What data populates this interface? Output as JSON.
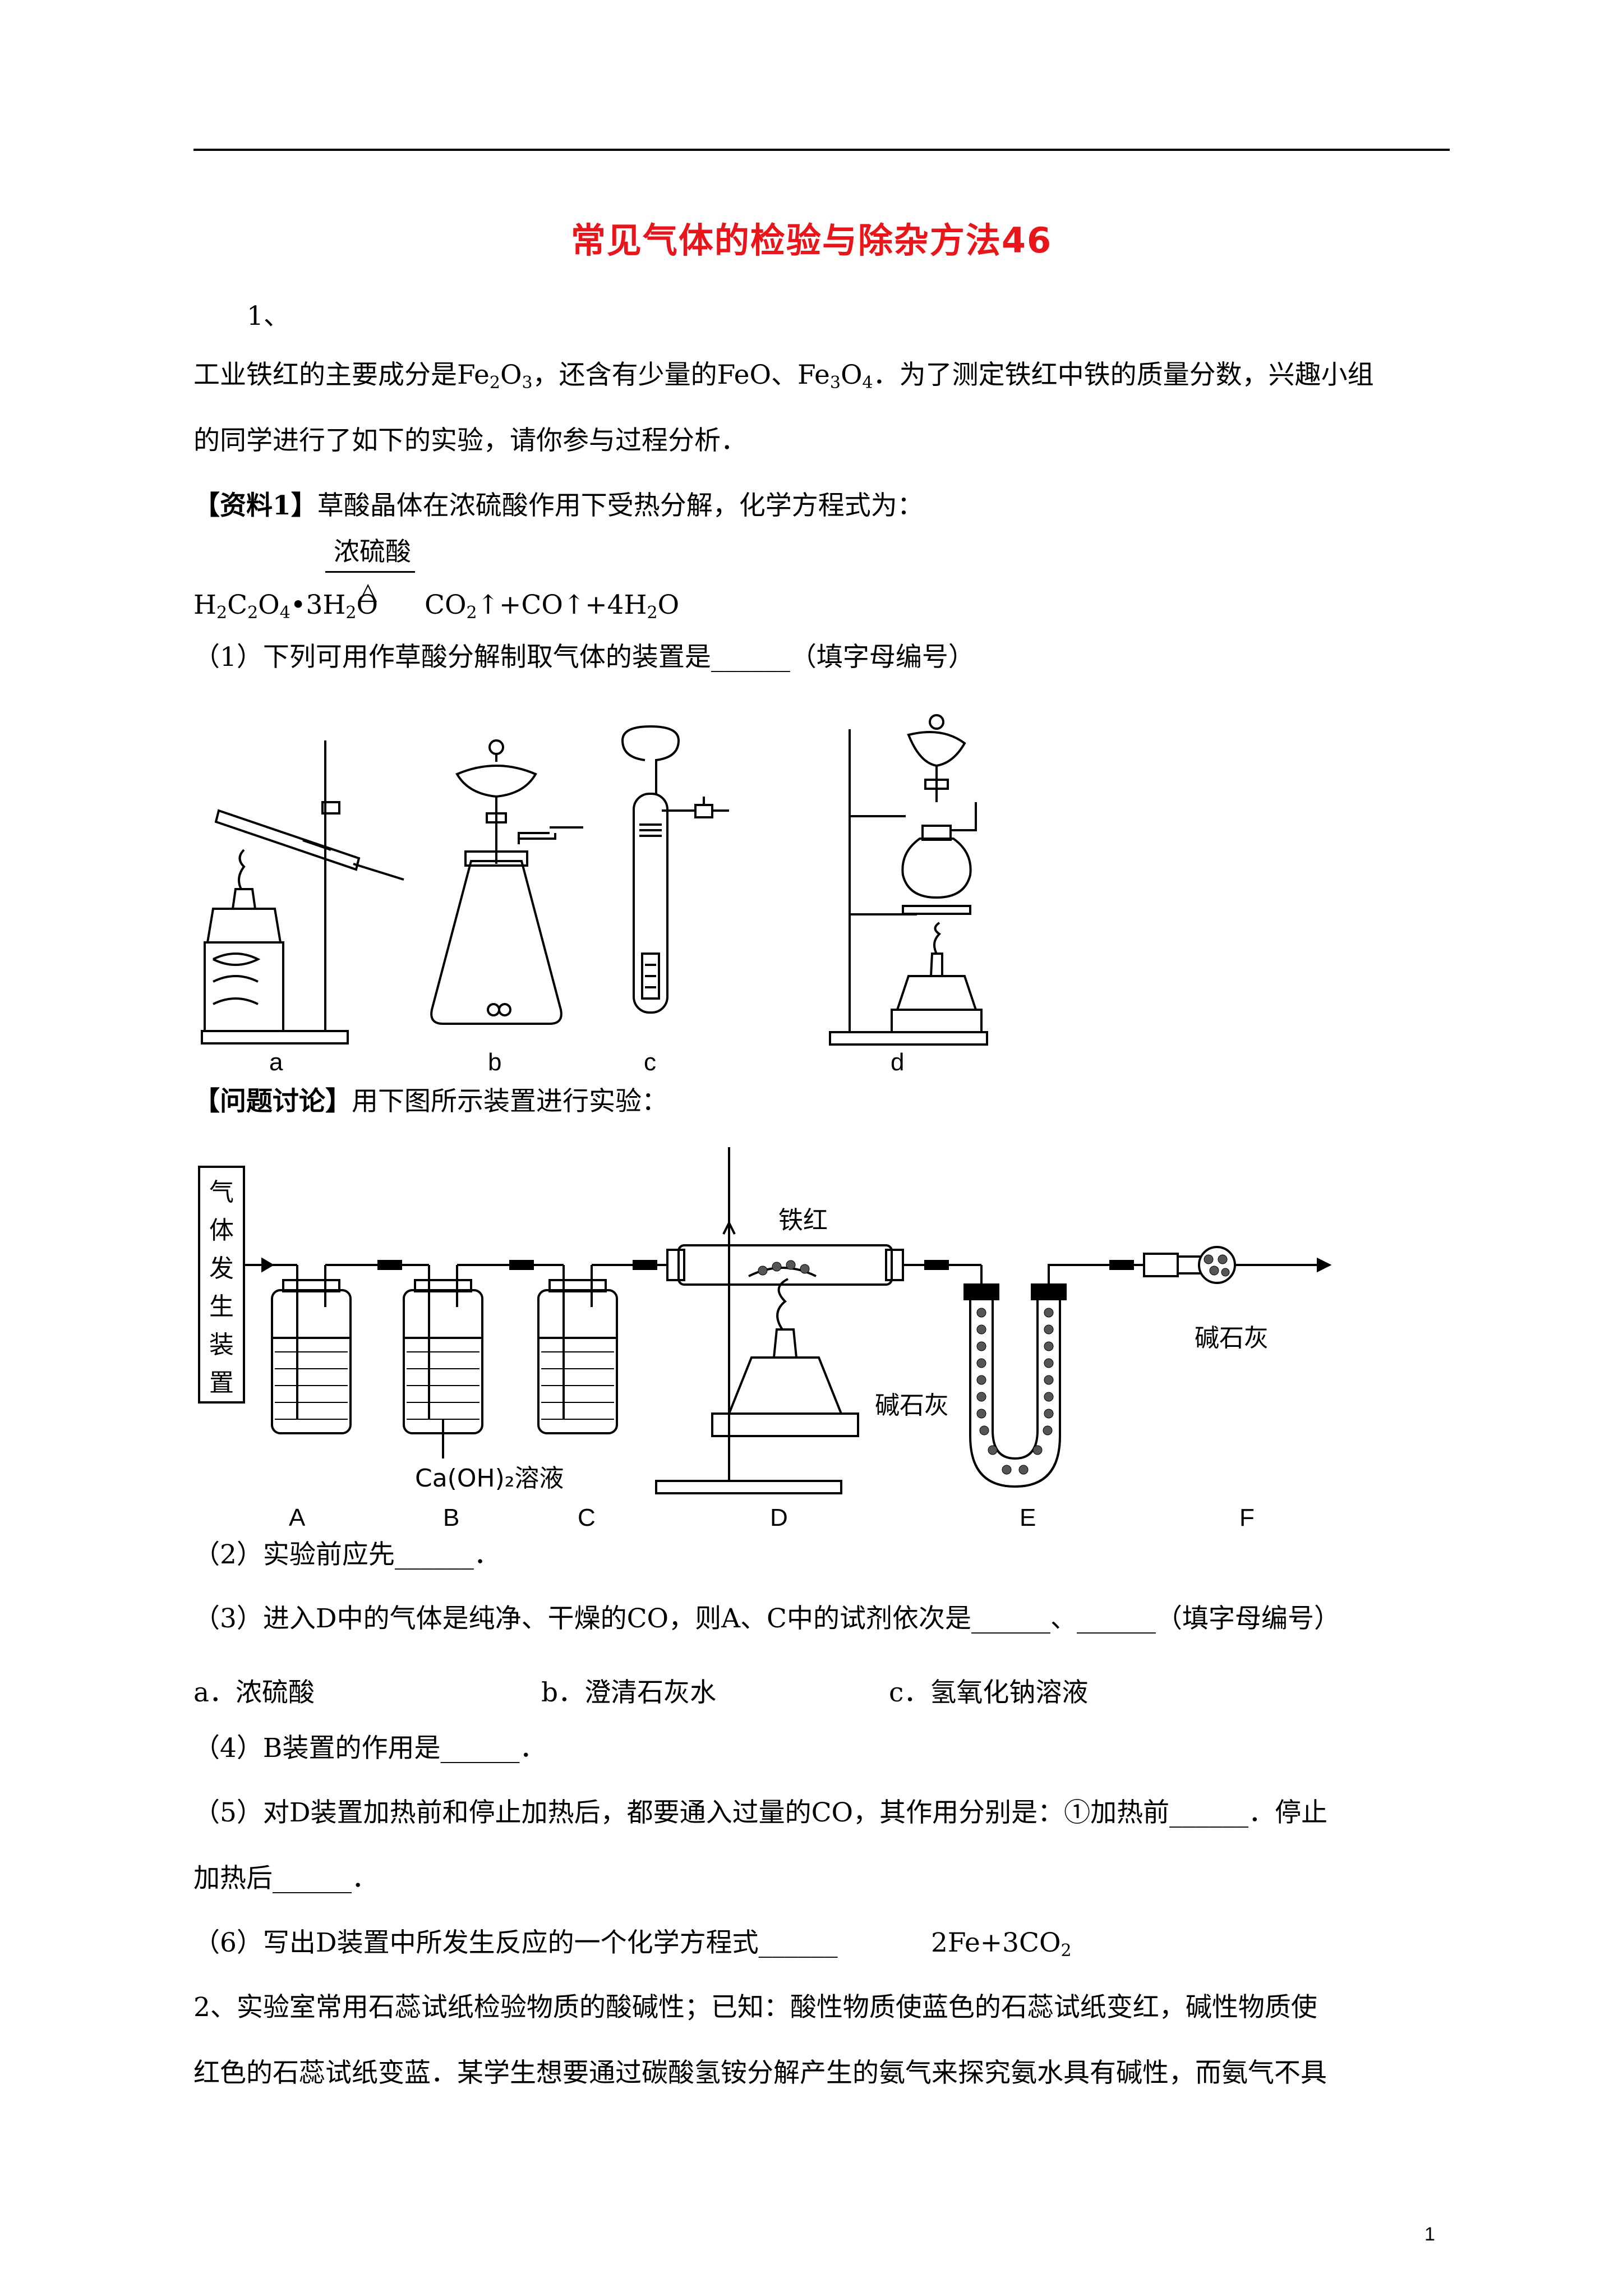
{
  "title": "常见气体的检验与除杂方法46",
  "q1_num": "1、",
  "intro": {
    "p1a": "工业铁红的主要成分是Fe",
    "p1b": "2",
    "p1c": "O",
    "p1d": "3",
    "p1e": "，还含有少量的FeO、Fe",
    "p1f": "3",
    "p1g": "O",
    "p1h": "4",
    "p1i": "．为了测定铁红中铁的质量分数，兴趣小组",
    "p2": "的同学进行了如下的实验，请你参与过程分析．"
  },
  "info1": {
    "open": "【",
    "tag": "资料1】",
    "text": "草酸晶体在浓硫酸作用下受热分解，化学方程式为："
  },
  "equation": {
    "condition_top": "浓硫酸",
    "condition_bottom": "△",
    "left_a": "H",
    "left_b": "2",
    "left_c": "C",
    "left_d": "2",
    "left_e": "O",
    "left_f": "4",
    "left_g": "•3H",
    "left_h": "2",
    "left_i": "O",
    "right_a": "CO",
    "right_b": "2",
    "right_c": "↑+CO↑+4H",
    "right_d": "2",
    "right_e": "O"
  },
  "q1_1": "（1）下列可用作草酸分解制取气体的装置是______（填字母编号）",
  "apparatus_labels": [
    "a",
    "b",
    "c",
    "d"
  ],
  "discussion": {
    "tag": "【问题讨论】",
    "text": "用下图所示装置进行实验："
  },
  "setup": {
    "generator": [
      "气",
      "体",
      "发",
      "生",
      "装",
      "置"
    ],
    "label_tiehong": "铁红",
    "label_soda_lime_e": "碱石灰",
    "label_soda_lime_f": "碱石灰",
    "label_caoh": "Ca(OH)₂溶液",
    "letters": [
      "A",
      "B",
      "C",
      "D",
      "E",
      "F"
    ]
  },
  "q2": "（2）实验前应先______．",
  "q3": "（3）进入D中的气体是纯净、干燥的CO，则A、C中的试剂依次是______、______（填字母编号）",
  "options": {
    "a": "a．浓硫酸",
    "b": "b．澄清石灰水",
    "c": "c．氢氧化钠溶液"
  },
  "q4": "（4）B装置的作用是______．",
  "q5a": "（5）对D装置加热前和停止加热后，都要通入过量的CO，其作用分别是：①加热前______．停止",
  "q5b": "加热后______．",
  "q6a": "（6）写出D装置中所发生反应的一个化学方程式______",
  "q6b": "2Fe+3CO",
  "q6c": "2",
  "q2_intro1": "2、实验室常用石蕊试纸检验物质的酸碱性；已知：酸性物质使蓝色的石蕊试纸变红，碱性物质使",
  "q2_intro2": "红色的石蕊试纸变蓝．某学生想要通过碳酸氢铵分解产生的氨气来探究氨水具有碱性，而氨气不具",
  "page_number": "1",
  "colors": {
    "title": "#e8151b",
    "text": "#000000"
  }
}
